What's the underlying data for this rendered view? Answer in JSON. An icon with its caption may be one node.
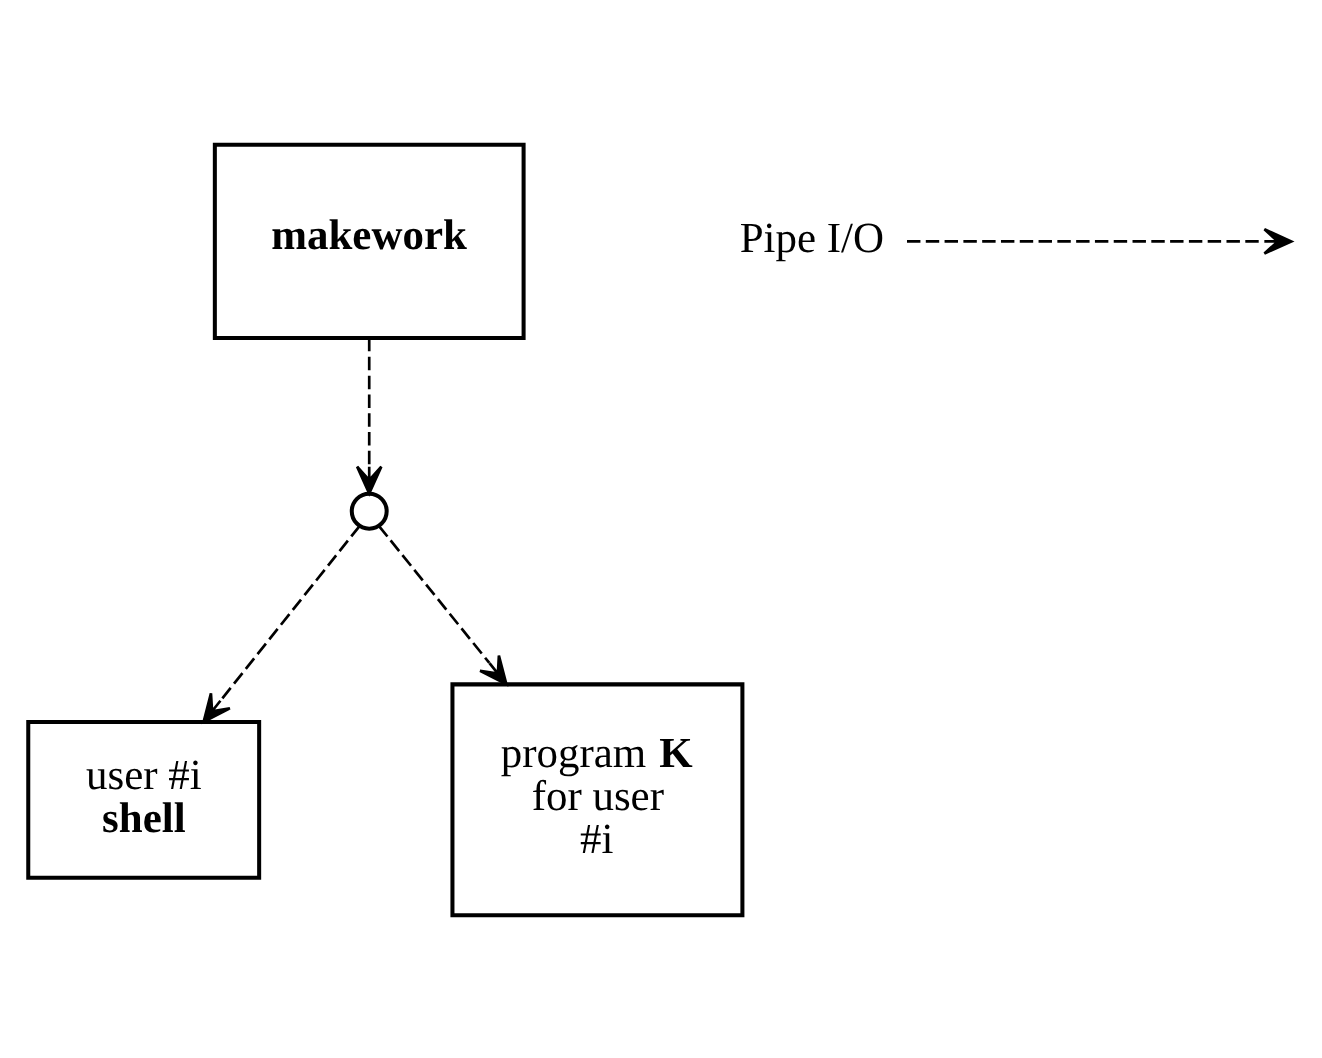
{
  "diagram": {
    "nodes": [
      {
        "text": [
          "makework"
        ]
      },
      {
        "text": [],
        "shape": "circle"
      },
      {
        "text": [
          "user #i **shell**"
        ]
      },
      {
        "text": [
          "program **K** for user #i"
        ]
      }
    ],
    "edges": [
      {
        "from": 0,
        "to": 1,
        "arrow": "to",
        "style": "dashed"
      },
      {
        "from": 1,
        "to": 2,
        "arrow": "to",
        "style": "dashed"
      },
      {
        "from": 1,
        "to": 3,
        "arrow": "to",
        "style": "dashed"
      }
    ],
    "legend": [
      {
        "text": "Pipe I/O"
      }
    ]
  }
}
